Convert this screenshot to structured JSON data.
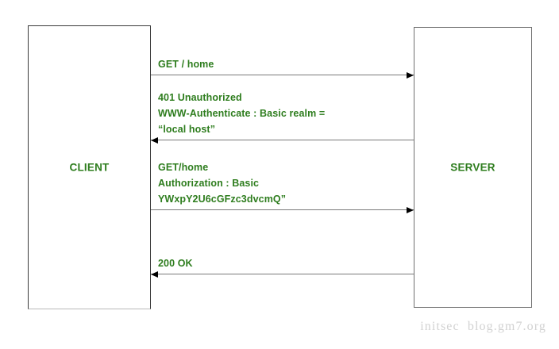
{
  "diagram": {
    "participants": [
      {
        "id": "client",
        "label": "CLIENT"
      },
      {
        "id": "server",
        "label": "SERVER"
      }
    ],
    "messages": [
      {
        "id": "msg-1",
        "direction": "client-to-server",
        "text": "GET / home"
      },
      {
        "id": "msg-2",
        "direction": "server-to-client",
        "text": "401 Unauthorized\nWWW-Authenticate : Basic realm =\n“local host”"
      },
      {
        "id": "msg-3",
        "direction": "client-to-server",
        "text": "GET/home\nAuthorization : Basic\nYWxpY2U6cGFzc3dvcmQ”"
      },
      {
        "id": "msg-4",
        "direction": "server-to-client",
        "text": "200 OK"
      }
    ]
  },
  "watermark": {
    "text": "initsec  blog.gm7.org"
  },
  "colors": {
    "message_text": "#2e7d1e",
    "arrow_line": "#7a7a7a",
    "arrow_head": "#000000",
    "client_border": "#3a3a3a",
    "server_border": "#6f6f6f",
    "watermark": "#d2d2d2",
    "background": "#ffffff"
  }
}
